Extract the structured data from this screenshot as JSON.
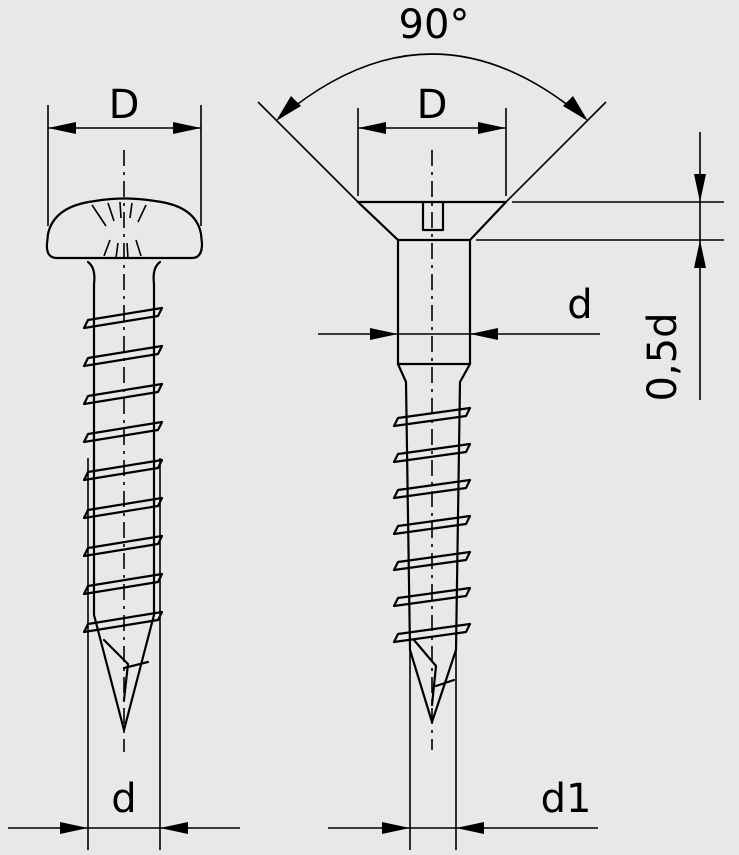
{
  "labels": {
    "pan_head_diameter": "D",
    "angle": "90°",
    "countersunk_diameter": "D",
    "shank_diameter": "d",
    "head_offset": "0,5d",
    "pan_thread_diameter": "d",
    "countersunk_thread_diameter": "d1"
  },
  "colors": {
    "background": "#e8e8e8",
    "ink": "#000000"
  }
}
